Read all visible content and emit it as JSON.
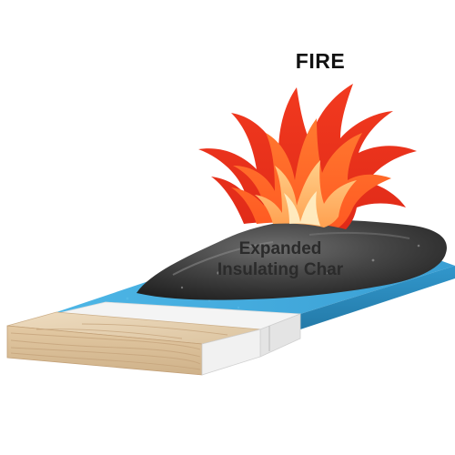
{
  "labels": {
    "fire": "FIRE",
    "char_line1": "Expanded",
    "char_line2": "Insulating Char"
  },
  "colors": {
    "flame_outer": "#f0301c",
    "flame_mid": "#ff6a2a",
    "flame_inner": "#ffc07a",
    "flame_core": "#fff3c4",
    "char": "#3a3a3a",
    "char_highlight": "#8a8a8a",
    "coating_blue": "#3fa9dd",
    "coating_blue_dark": "#2a86b8",
    "primer_white": "#f2f2f2",
    "wood_top": "#e8d2b4",
    "wood_side": "#dcc09a",
    "wood_grain": "#c9a77e"
  }
}
